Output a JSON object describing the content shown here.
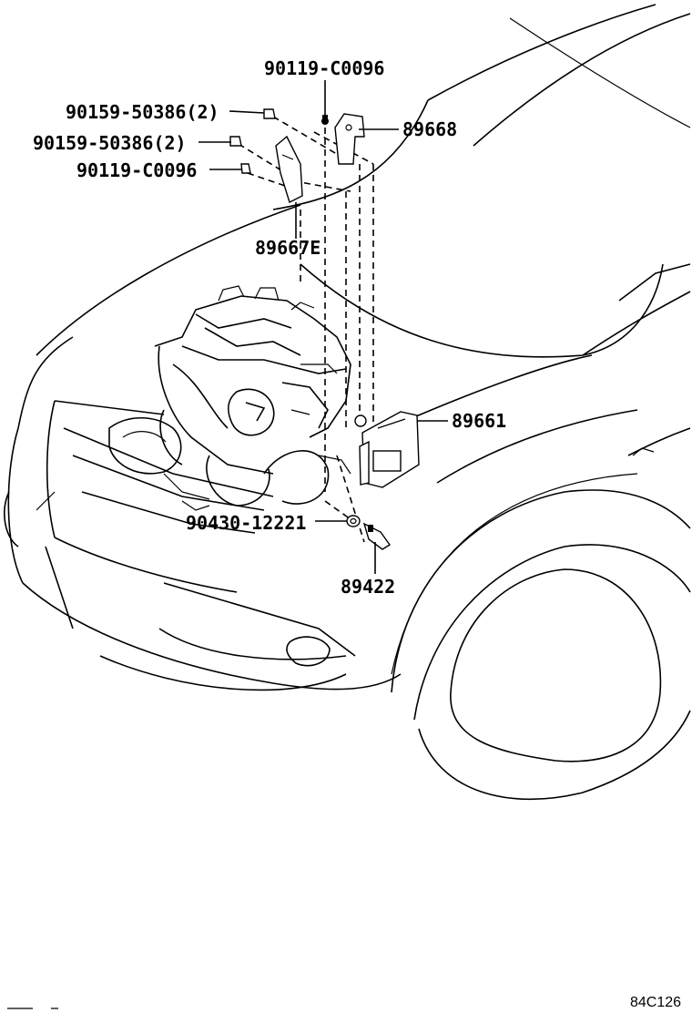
{
  "parts": [
    {
      "id": "p1",
      "number": "90119-C0096"
    },
    {
      "id": "p2",
      "number": "90159-50386(2)"
    },
    {
      "id": "p3",
      "number": "89668"
    },
    {
      "id": "p4",
      "number": "90159-50386(2)"
    },
    {
      "id": "p5",
      "number": "90119-C0096"
    },
    {
      "id": "p6",
      "number": "89667E"
    },
    {
      "id": "p7",
      "number": "89661"
    },
    {
      "id": "p8",
      "number": "90430-12221"
    },
    {
      "id": "p9",
      "number": "89422"
    }
  ],
  "figure_code": "84C126",
  "colors": {
    "ink": "#000000",
    "paper": "#ffffff"
  }
}
